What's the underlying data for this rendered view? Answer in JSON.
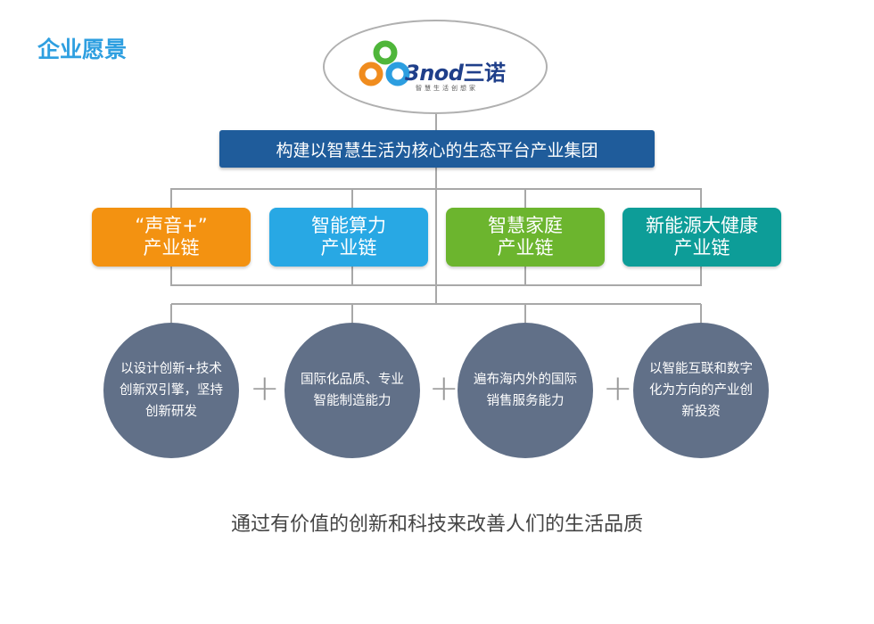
{
  "page_title": "企业愿景",
  "logo": {
    "brand_en": "3nod",
    "brand_cn": "三诺",
    "tagline": "智慧生活创想家",
    "mark_colors": [
      "#f08c1e",
      "#4fb63a",
      "#2c9ee0",
      "#1f3f8a"
    ]
  },
  "mission": "构建以智慧生活为核心的生态平台产业集团",
  "chains": [
    {
      "line1": "“声音+”",
      "line2": "产业链",
      "color": "#f39211"
    },
    {
      "line1": "智能算力",
      "line2": "产业链",
      "color": "#28a8e4"
    },
    {
      "line1": "智慧家庭",
      "line2": "产业链",
      "color": "#6cb52e"
    },
    {
      "line1": "新能源大健康",
      "line2": "产业链",
      "color": "#0d9d98"
    }
  ],
  "capabilities": [
    {
      "text": "以设计创新+技术创新双引擎，坚持创新研发"
    },
    {
      "text": "国际化品质、专业智能制造能力"
    },
    {
      "text": "遍布海内外的国际销售服务能力"
    },
    {
      "text": "以智能互联和数字化为方向的产业创新投资"
    }
  ],
  "plus_symbol": "+",
  "slogan": "通过有价值的创新和科技来改善人们的生活品质",
  "colors": {
    "title": "#2e9fe0",
    "banner": "#1f5c9b",
    "circle": "#617088",
    "connector": "#a8a8a8"
  }
}
